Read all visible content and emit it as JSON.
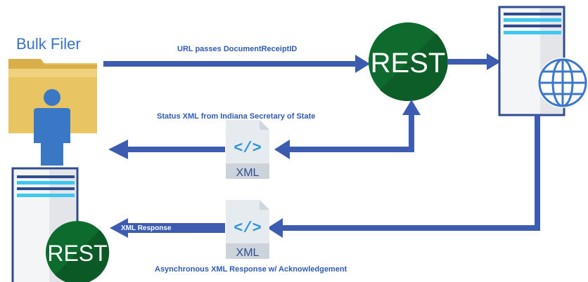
{
  "title": "Bulk Filer",
  "labels": {
    "url": "URL passes DocumentReceiptID",
    "status": "Status XML from Indiana Secretary of State",
    "response": "XML Response",
    "async": "Asynchronous XML Response w/ Acknowledgement"
  },
  "rest_label": "REST",
  "xml_label": "XML",
  "xml_glyph": "</>",
  "colors": {
    "arrow": "#3b5cb0",
    "rest_green": "#0e6b2e",
    "rest_dark": "#0a4d20",
    "title_blue": "#3a73c6",
    "person": "#3a78c6",
    "folder": "#e9c56a",
    "server_fill": "#f4f5f7",
    "server_border": "#2f4d8c",
    "server_stripe": "#3ec8f0",
    "globe": "#3c77cc",
    "doc": "#e6ebf0",
    "doc_code": "#2f95d8"
  },
  "icons": [
    "folder-icon",
    "person-icon",
    "rest-icon",
    "server-icon",
    "globe-icon",
    "xml-document-icon"
  ]
}
